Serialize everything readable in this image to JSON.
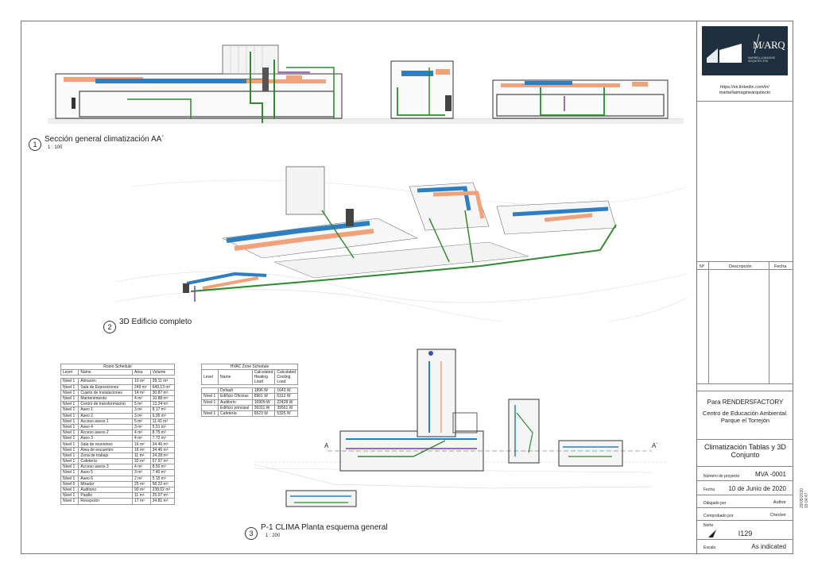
{
  "title_block": {
    "logo_brand": "M/ARQ",
    "logo_tagline": "MARBELLA IMAGINE ARQUITECTOS",
    "url_line1": "https://es.linkedin.com/in/",
    "url_line2": "marbellaimaginearquitecto",
    "revision_headers": [
      "Nº",
      "Descripción",
      "Fecha"
    ],
    "client": "Para RENDERSFACTORY",
    "project_name": "Centro de Educación Ambiental. Parque el Torrejón",
    "sheet_title": "Climatización Tablas y 3D Conjunto",
    "project_number_label": "Número de proyecto",
    "project_number": "MVA -0001",
    "date_label": "Fecha",
    "date": "10 de Junio de 2020",
    "drawn_by_label": "Dibujado por",
    "drawn_by": "Author",
    "checked_by_label": "Comprobado por",
    "checked_by": "Checker",
    "north_label": "Norte",
    "sheet_number": "I129",
    "scale_label": "Escala",
    "scale": "As indicated",
    "timestamp": "29/05/2020 19:04:47"
  },
  "views": {
    "v1": {
      "number": "1",
      "title": "Sección general climatización AA´",
      "scale": "1 : 100"
    },
    "v2": {
      "number": "2",
      "title": "3D Edificio completo"
    },
    "v3": {
      "number": "3",
      "title": "P-1 CLIMA Planta esquema general",
      "scale": "1 : 200",
      "section_a": "A",
      "section_a2": "A´"
    }
  },
  "room_schedule": {
    "caption": "Room Schedule",
    "headers": [
      "Level",
      "Name",
      "Area",
      "Volume"
    ],
    "rows": [
      [
        "Nivel 1",
        "Almacén",
        "10 m²",
        "28.11 m³"
      ],
      [
        "Nivel 1",
        "Sala de Exposiciones",
        "249 m²",
        "649.13 m³"
      ],
      [
        "Nivel 1",
        "Cuarto de Instalaciones",
        "14 m²",
        "30.87 m³"
      ],
      [
        "Nivel 1",
        "Mantenimiento",
        "4 m²",
        "10.88 m³"
      ],
      [
        "Nivel 1",
        "Centro de transformación",
        "5 m²",
        "13.24 m³"
      ],
      [
        "Nivel 1",
        "Aseo 1",
        "3 m²",
        "8.17 m³"
      ],
      [
        "Nivel 1",
        "Aseo 2",
        "3 m²",
        "6.95 m³"
      ],
      [
        "Nivel 1",
        "Acceso aseos 1",
        "5 m²",
        "11.41 m³"
      ],
      [
        "Nivel 1",
        "Aseo 4",
        "3 m²",
        "5.51 m³"
      ],
      [
        "Nivel 1",
        "Acceso aseos 2",
        "4 m²",
        "8.75 m³"
      ],
      [
        "Nivel 1",
        "Aseo 3",
        "4 m²",
        "7.72 m³"
      ],
      [
        "Nivel 1",
        "Sala de reuniones",
        "16 m²",
        "34.46 m³"
      ],
      [
        "Nivel 1",
        "Área de encuentro",
        "16 m²",
        "34.46 m³"
      ],
      [
        "Nivel 1",
        "Zona de trabajo",
        "11 m²",
        "24.28 m³"
      ],
      [
        "Nivel 1",
        "Cafetería",
        "32 m²",
        "67.97 m³"
      ],
      [
        "Nivel 1",
        "Acceso aseos 3",
        "4 m²",
        "8.50 m³"
      ],
      [
        "Nivel 1",
        "Aseo 5",
        "3 m²",
        "7.40 m³"
      ],
      [
        "Nivel 1",
        "Aseo 6",
        "2 m²",
        "5.15 m³"
      ],
      [
        "Nivel 5",
        "Mirador",
        "25 m²",
        "58.22 m³"
      ],
      [
        "Nivel 1",
        "Auditorio",
        "90 m²",
        "238.02 m³"
      ],
      [
        "Nivel 1",
        "Pasillo",
        "11 m²",
        "25.07 m³"
      ],
      [
        "Nivel 1",
        "Recepción",
        "17 m²",
        "34.81 m³"
      ]
    ]
  },
  "hvac_schedule": {
    "caption": "HVAC Zone Schedule",
    "headers": [
      "Level",
      "Name",
      "Calculated Heating Load",
      "Calculated Cooling Load"
    ],
    "rows": [
      [
        "",
        "Default",
        "1896 W",
        "1643 W"
      ],
      [
        "Nivel 1",
        "Edificio Oficinas",
        "8961 W",
        "6312 W"
      ],
      [
        "Nivel 1",
        "Auditorio",
        "16909 W",
        "22428 W"
      ],
      [
        "",
        "Edificio principal",
        "36311 W",
        "39561 W"
      ],
      [
        "Nivel 1",
        "Cafetería",
        "6523 W",
        "5325 W"
      ]
    ]
  },
  "colors": {
    "supply": "#2d7fc1",
    "return": "#f0a27a",
    "pipe": "#2e8b2e",
    "wall": "#333333",
    "hvac_purple": "#7b3fa0"
  }
}
